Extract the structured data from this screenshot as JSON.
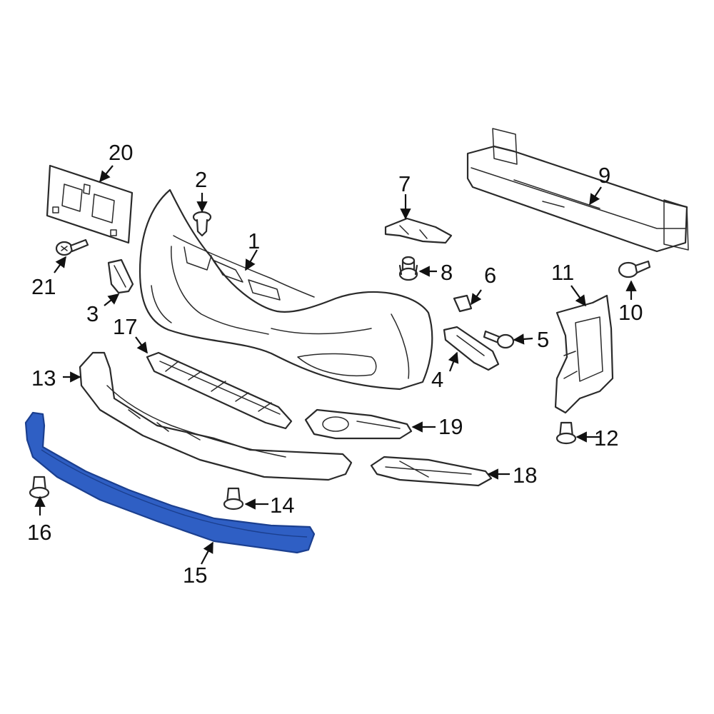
{
  "diagram": {
    "highlight_color": "#2f5fc4",
    "highlighted_part": "15",
    "callouts": {
      "c1": "1",
      "c2": "2",
      "c3": "3",
      "c4": "4",
      "c5": "5",
      "c6": "6",
      "c7": "7",
      "c8": "8",
      "c9": "9",
      "c10": "10",
      "c11": "11",
      "c12": "12",
      "c13": "13",
      "c14": "14",
      "c15": "15",
      "c16": "16",
      "c17": "17",
      "c18": "18",
      "c19": "19",
      "c20": "20",
      "c21": "21"
    }
  }
}
